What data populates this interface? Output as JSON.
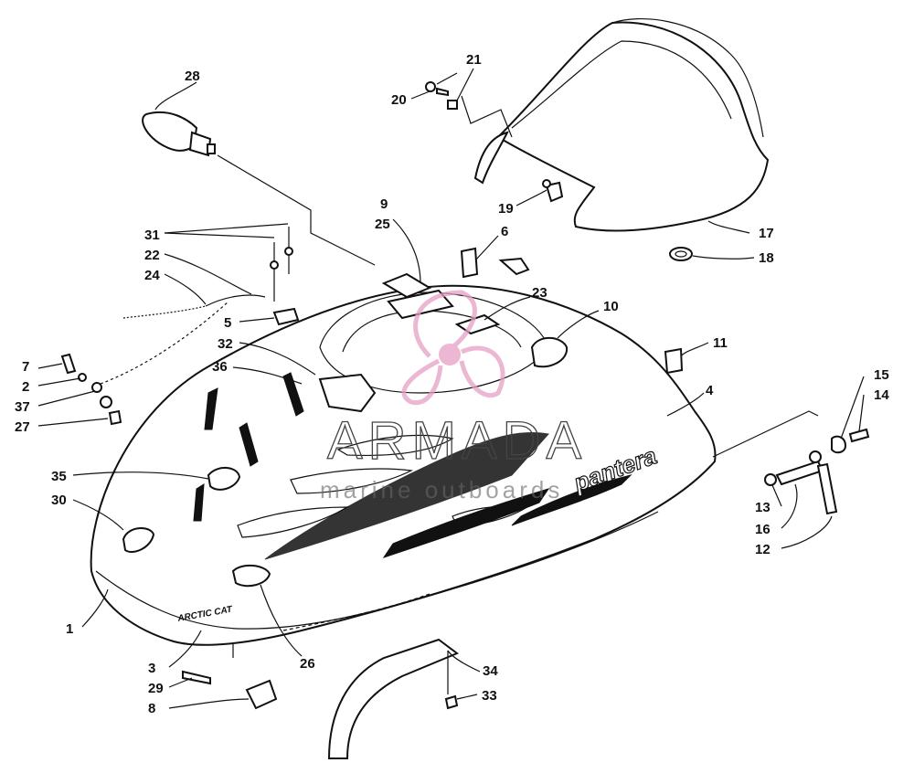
{
  "watermark": {
    "brand": "ARMADA",
    "tagline": "marine outboards"
  },
  "decals": {
    "model": "pantera",
    "maker": "ARCTIC CAT"
  },
  "callouts": [
    "1",
    "2",
    "3",
    "4",
    "5",
    "6",
    "7",
    "8",
    "9",
    "10",
    "11",
    "12",
    "13",
    "14",
    "15",
    "16",
    "17",
    "18",
    "19",
    "20",
    "21",
    "22",
    "23",
    "24",
    "25",
    "26",
    "27",
    "28",
    "29",
    "30",
    "31",
    "32",
    "33",
    "34",
    "35",
    "36",
    "37"
  ]
}
